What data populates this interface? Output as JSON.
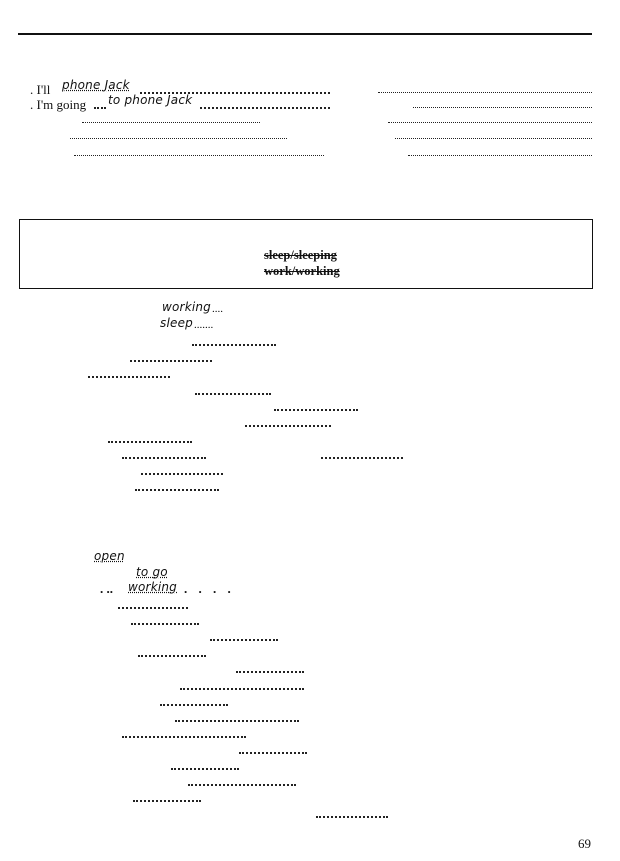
{
  "exercise1": {
    "line1_prefix": ". I'll",
    "line1_answer": "phone Jack",
    "line2_prefix": ". I'm going",
    "line2_answer": "to phone Jack",
    "trail_dots": ". . . . . . . . . . . . . . . . . . ."
  },
  "box": {
    "words": [
      "sleep/sleeping",
      "work/working"
    ]
  },
  "exercise2": {
    "answers": [
      "working",
      "sleep"
    ],
    "trail": "....",
    "trail2": "......."
  },
  "exercise3": {
    "answers": [
      "open",
      "to go",
      "working"
    ],
    "line3_prefix": ". ..",
    "line3_suffix": ". . . ."
  },
  "page_number": "69"
}
